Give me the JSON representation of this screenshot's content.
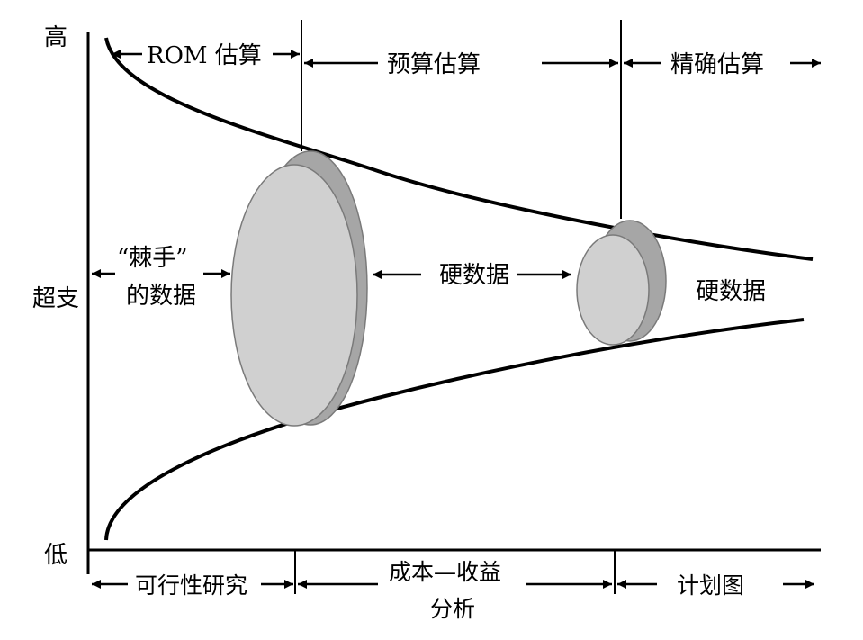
{
  "y_axis": {
    "top_label": "高",
    "middle_label": "超支",
    "bottom_label": "低"
  },
  "top_phases": {
    "rom": "ROM 估算",
    "budget": "预算估算",
    "precise": "精确估算"
  },
  "inner_labels": {
    "tricky_line1": "“棘手”",
    "tricky_line2": "的数据",
    "hard_data_middle": "硬数据",
    "hard_data_right": "硬数据"
  },
  "bottom_phases": {
    "feasibility": "可行性研究",
    "cost_benefit_line1": "成本—收益",
    "cost_benefit_line2": "分析",
    "plan": "计划图"
  },
  "colors": {
    "ink": "#000000",
    "ellipse_face": "#d0d0d0",
    "ellipse_rim": "#a6a6a6",
    "ellipse_outline": "#7a7a7a"
  }
}
